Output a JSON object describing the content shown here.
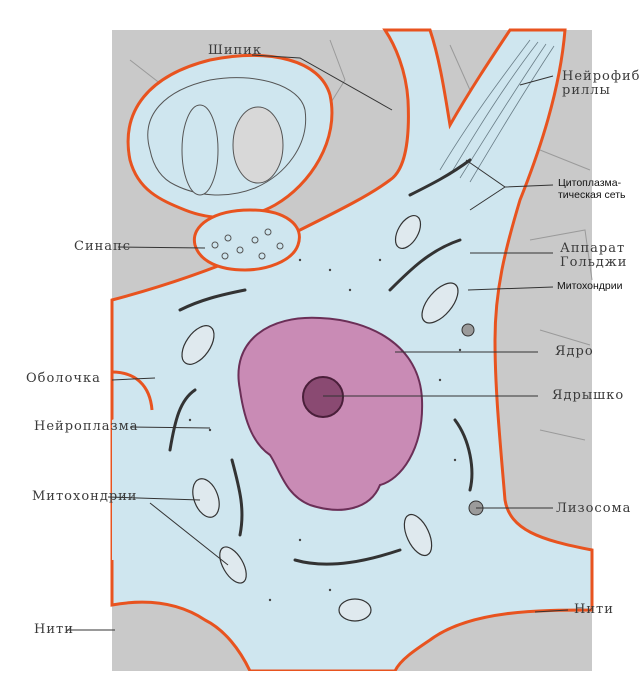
{
  "labels": {
    "spine": "Шипик",
    "neurofibrils_1": "Нейрофиб",
    "neurofibrils_2": "риллы",
    "cytoplasmic_1": "Цитоплазма-",
    "cytoplasmic_2": "тическая сеть",
    "synapse": "Синапс",
    "golgi_1": "Аппарат",
    "golgi_2": "Гольджи",
    "mitochondria_right": "Митохондрии",
    "nucleus": "Ядро",
    "membrane": "Оболочка",
    "nucleolus": "Ядрышко",
    "neuroplasm": "Нейроплазма",
    "mitochondria_left": "Митохондрии",
    "lysosome": "Лизосома",
    "threads_left": "Нити",
    "threads_right": "Нити"
  },
  "colors": {
    "background_tissue": "#c8c8c8",
    "cytoplasm": "#cfe6ef",
    "membrane": "#e8531f",
    "nucleus": "#c98bb5",
    "nucleolus": "#8a4a72",
    "ink": "#3a3a3a"
  }
}
